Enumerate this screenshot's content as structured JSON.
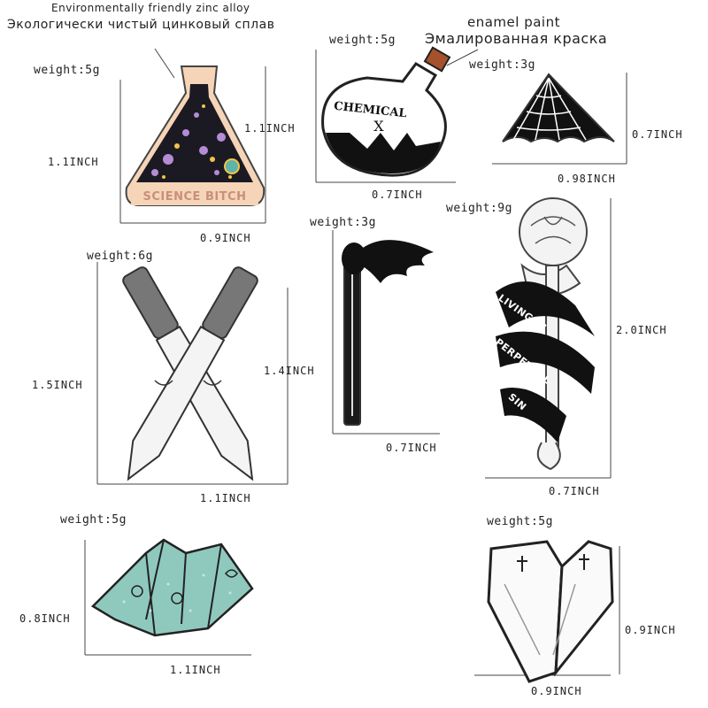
{
  "notes": {
    "alloy_en": "Environmentally friendly zinc alloy",
    "alloy_ru": "Экологически чистый цинковый сплав",
    "enamel_en": "enamel paint",
    "enamel_ru": "Эмалированная краска"
  },
  "pins": [
    {
      "id": "science-flask",
      "weight": "weight:5g",
      "height": "1.1INCH",
      "width": "0.9INCH",
      "text_lines": [
        "SCIENCE BITCH"
      ]
    },
    {
      "id": "chemical-x-bottle",
      "weight": "weight:5g",
      "height": "1.1INCH",
      "width": "0.7INCH",
      "text_lines": [
        "CHEMICAL",
        "X"
      ]
    },
    {
      "id": "spider-web",
      "weight": "weight:3g",
      "height": "0.7INCH",
      "width": "0.98INCH",
      "text_lines": []
    },
    {
      "id": "crossed-knives",
      "weight": "weight:6g",
      "height": "1.5INCH",
      "width": "1.1INCH",
      "text_lines": []
    },
    {
      "id": "match",
      "weight": "weight:3g",
      "height": "1.4INCH",
      "width": "0.7INCH",
      "text_lines": []
    },
    {
      "id": "rose-snake",
      "weight": "weight:9g",
      "height": "2.0INCH",
      "width": "0.7INCH",
      "text_lines": [
        "LIVING IN",
        "PERPETUAL",
        "SIN"
      ]
    },
    {
      "id": "cootie-catcher",
      "weight": "weight:5g",
      "height": "0.8INCH",
      "width": "1.1INCH",
      "text_lines": []
    },
    {
      "id": "coffin-heart",
      "weight": "weight:5g",
      "height": "0.9INCH",
      "width": "0.9INCH",
      "text_lines": []
    }
  ]
}
